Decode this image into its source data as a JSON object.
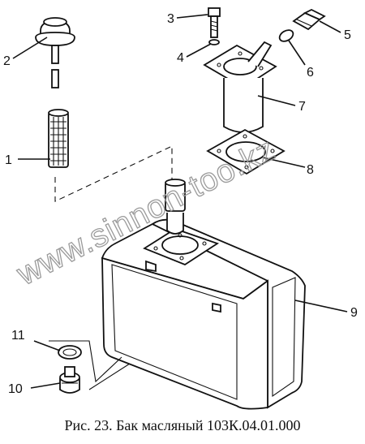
{
  "caption": "Рис. 23. Бак масляный 103К.04.01.000",
  "watermark": "www.sinnon-too.kz",
  "callouts": [
    {
      "id": "1",
      "text": "1"
    },
    {
      "id": "2",
      "text": "2"
    },
    {
      "id": "3",
      "text": "3"
    },
    {
      "id": "4",
      "text": "4"
    },
    {
      "id": "5",
      "text": "5"
    },
    {
      "id": "6",
      "text": "6"
    },
    {
      "id": "7",
      "text": "7"
    },
    {
      "id": "8",
      "text": "8"
    },
    {
      "id": "9",
      "text": "9"
    },
    {
      "id": "10",
      "text": "10"
    },
    {
      "id": "11",
      "text": "11"
    }
  ]
}
